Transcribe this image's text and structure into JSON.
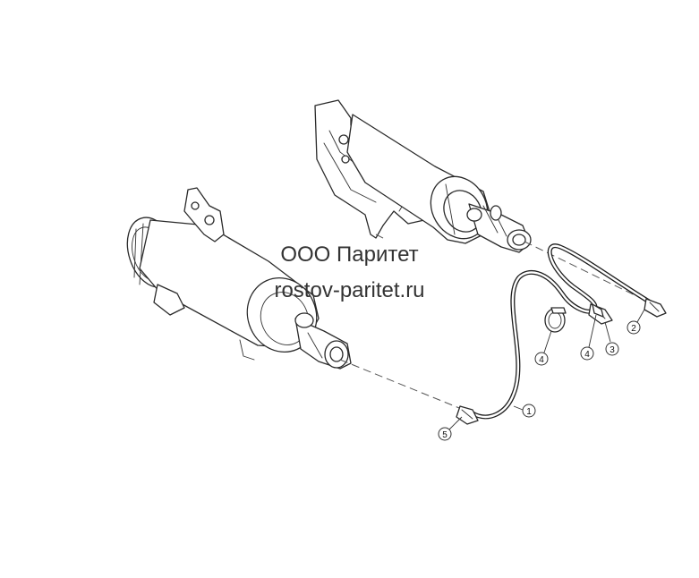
{
  "watermark": {
    "company": "ООО Паритет",
    "site": "rostov-paritet.ru"
  },
  "callouts": [
    {
      "id": "c1",
      "label": "1"
    },
    {
      "id": "c2",
      "label": "2"
    },
    {
      "id": "c3",
      "label": "3"
    },
    {
      "id": "c4a",
      "label": "4"
    },
    {
      "id": "c4b",
      "label": "4"
    },
    {
      "id": "c5",
      "label": "5"
    }
  ],
  "colors": {
    "line": "#2a2a2a",
    "background": "#ffffff",
    "watermark": "#333333"
  }
}
